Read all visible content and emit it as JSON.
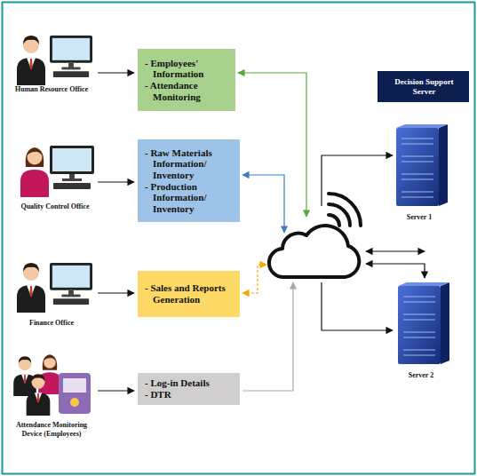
{
  "diagram": {
    "nodes": [
      {
        "text": [
          "- Employees' Information",
          "- Attendance Monitoring"
        ]
      },
      {
        "text": [
          "- Raw Materials Information/ Inventory",
          "- Production Information/ Inventory"
        ]
      },
      {
        "text": [
          "- Sales and Reports Generation"
        ]
      },
      {
        "text": [
          "- Log-in Details",
          "- DTR"
        ]
      },
      {
        "text": [
          "Decision Support Server"
        ]
      }
    ],
    "labels": [
      "Human Resource Office",
      "Quality Control Office",
      "Finance Office",
      "Attendance Monitoring Device (Employees)",
      "Server 1",
      "Server 2"
    ]
  }
}
